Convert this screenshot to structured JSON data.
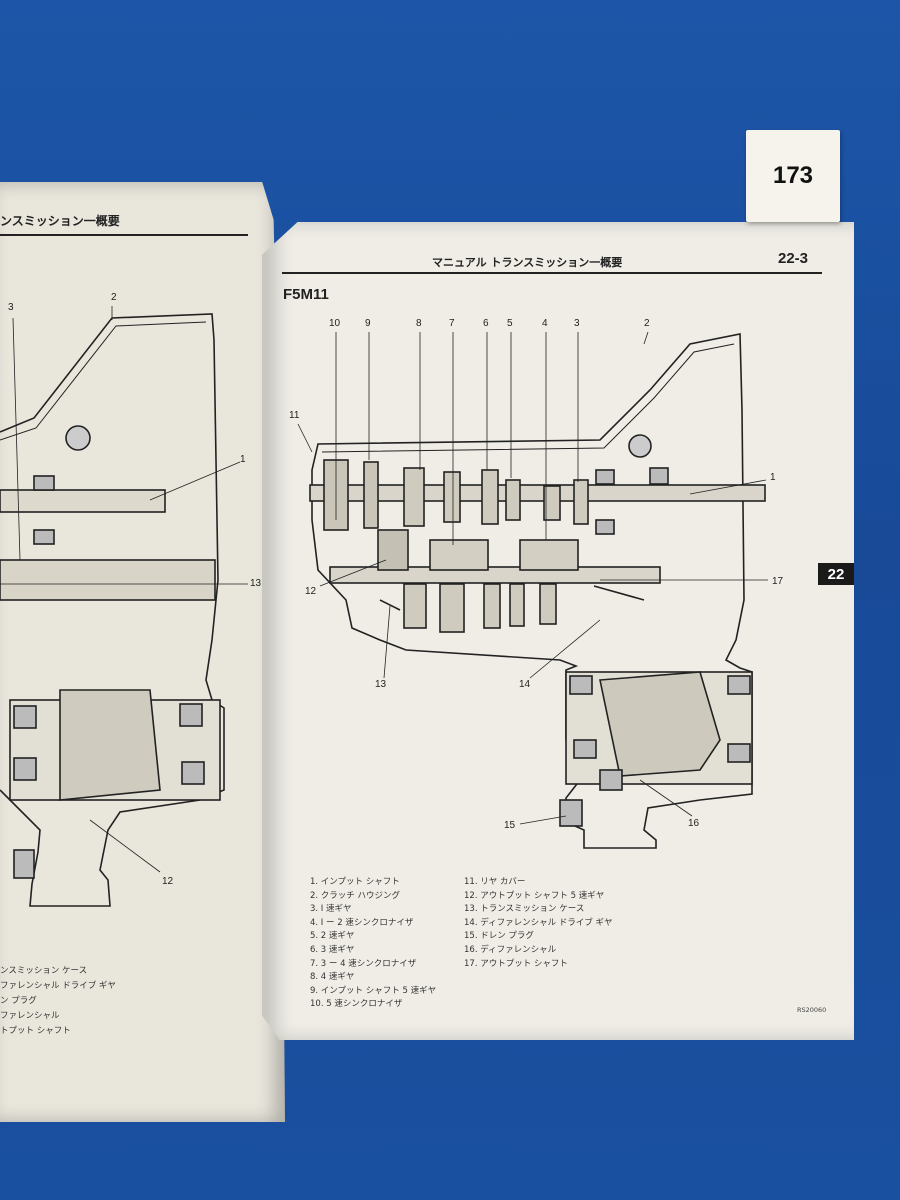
{
  "tag_number": "173",
  "left_page": {
    "header": "ンスミッション一概要",
    "callouts": [
      "3",
      "2",
      "1",
      "13",
      "12"
    ],
    "legend_partial": [
      "ンスミッション ケース",
      "ファレンシャル ドライブ ギヤ",
      "ン プラグ",
      "ファレンシャル",
      "トプット シャフト"
    ]
  },
  "right_page": {
    "header": "マニュアル トランスミッション一概要",
    "page_number": "22-3",
    "model": "F5M11",
    "section_tab": "22",
    "callouts": {
      "c10": "10",
      "c9": "9",
      "c8": "8",
      "c7": "7",
      "c6": "6",
      "c5": "5",
      "c4": "4",
      "c3": "3",
      "c2": "2",
      "c11": "11",
      "c1": "1",
      "c12": "12",
      "c17": "17",
      "c13": "13",
      "c14": "14",
      "c15": "15",
      "c16": "16"
    },
    "legend_left": [
      "1. インプット シャフト",
      "2. クラッチ ハウジング",
      "3. I 速ギヤ",
      "4. I ー 2 速シンクロナイザ",
      "5. 2 速ギヤ",
      "6. 3 速ギヤ",
      "7. 3 ー 4 速シンクロナイザ",
      "8. 4 速ギヤ",
      "9. インプット シャフト 5 速ギヤ",
      "10. 5 速シンクロナイザ"
    ],
    "legend_right": [
      "11. リヤ カバー",
      "12. アウトプット シャフト 5 速ギヤ",
      "13. トランスミッション ケース",
      "14. ディファレンシャル ドライブ ギヤ",
      "15. ドレン プラグ",
      "16. ディファレンシャル",
      "17. アウトプット シャフト"
    ],
    "figure_code": "RS20060"
  }
}
